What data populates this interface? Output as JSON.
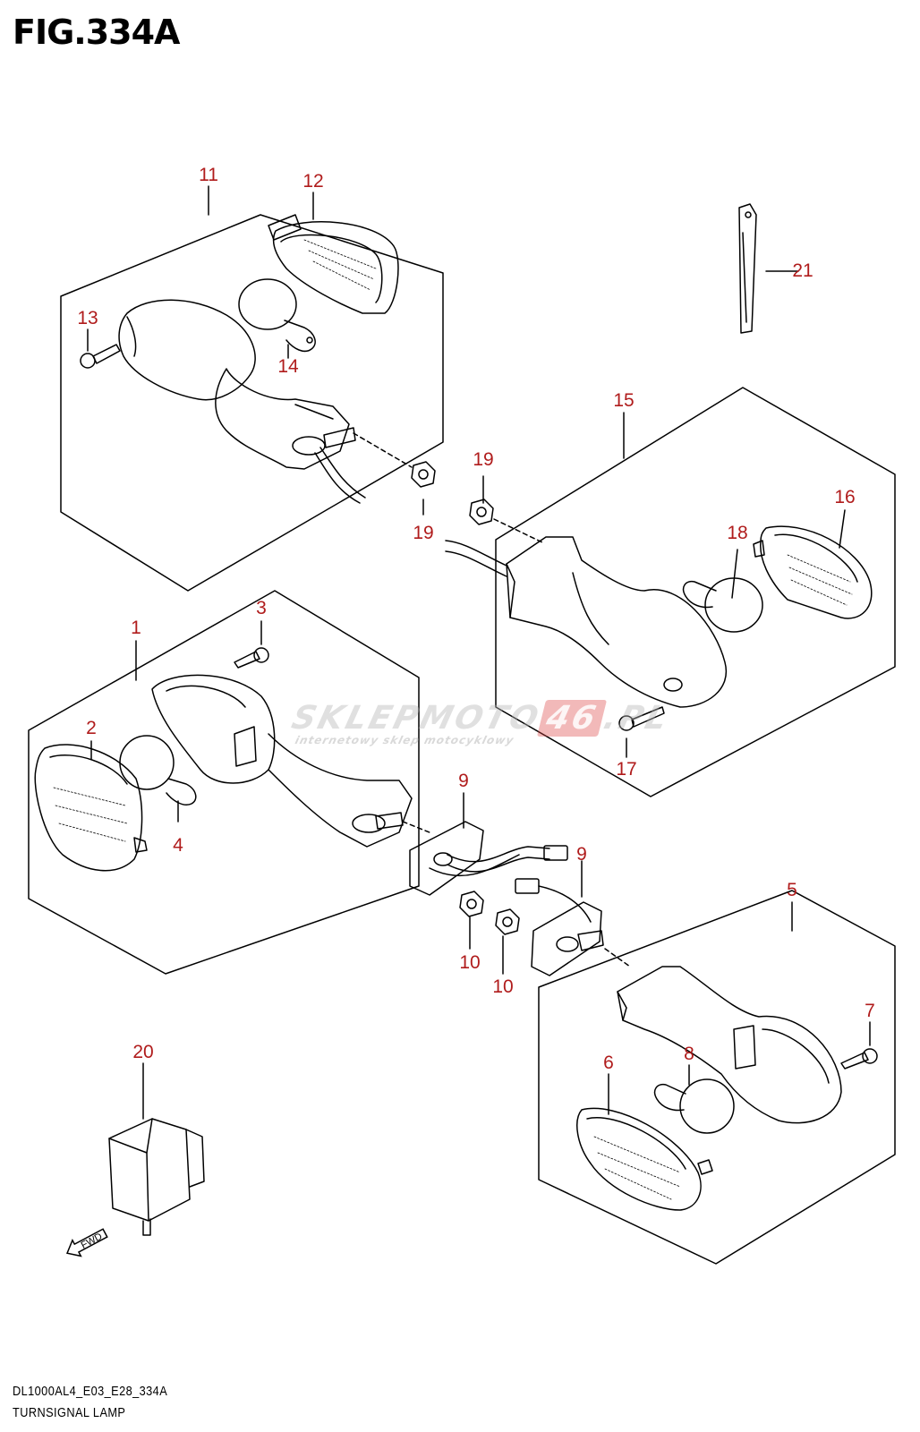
{
  "figure": {
    "title": "FIG.334A",
    "model_code": "DL1000AL4_E03_E28_334A",
    "caption": "TURNSIGNAL LAMP"
  },
  "callouts": {
    "c1": "1",
    "c2": "2",
    "c3": "3",
    "c4": "4",
    "c5": "5",
    "c6": "6",
    "c7": "7",
    "c8": "8",
    "c9a": "9",
    "c9b": "9",
    "c10a": "10",
    "c10b": "10",
    "c11": "11",
    "c12": "12",
    "c13": "13",
    "c14": "14",
    "c15": "15",
    "c16": "16",
    "c17": "17",
    "c18": "18",
    "c19a": "19",
    "c19b": "19",
    "c20": "20",
    "c21": "21"
  },
  "watermark": {
    "brand_a": "SKLEPMOTO",
    "brand_num": "46",
    "brand_b": ".PL",
    "tagline": "internetowy sklep motocyklowy"
  },
  "direction_arrow": {
    "label": "FWD"
  },
  "colors": {
    "callout": "#b01c1c",
    "line": "#000000",
    "background": "#ffffff"
  }
}
